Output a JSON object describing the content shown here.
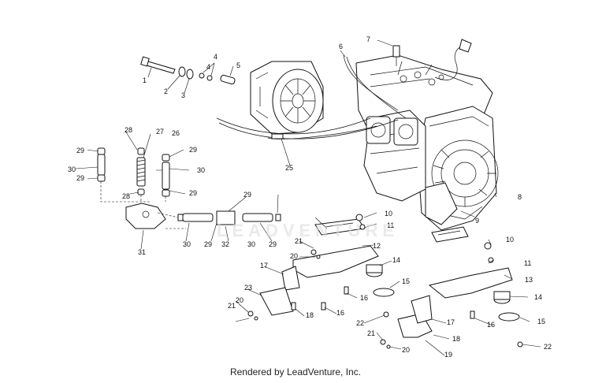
{
  "footer": {
    "credit": "Rendered by LeadVenture, Inc."
  },
  "watermark": {
    "text": "LEADVENTURE"
  },
  "callouts": [
    "1",
    "2",
    "3",
    "4",
    "4",
    "5",
    "6",
    "7",
    "8",
    "9",
    "10",
    "11",
    "12",
    "13",
    "14",
    "15",
    "16",
    "17",
    "18",
    "16",
    "15",
    "14",
    "16",
    "17",
    "18",
    "19",
    "20",
    "21",
    "20",
    "21",
    "22",
    "22",
    "23",
    "25",
    "26",
    "27",
    "28",
    "28",
    "29",
    "29",
    "29",
    "29",
    "29",
    "29",
    "29",
    "30",
    "30",
    "30",
    "30",
    "31",
    "32"
  ]
}
